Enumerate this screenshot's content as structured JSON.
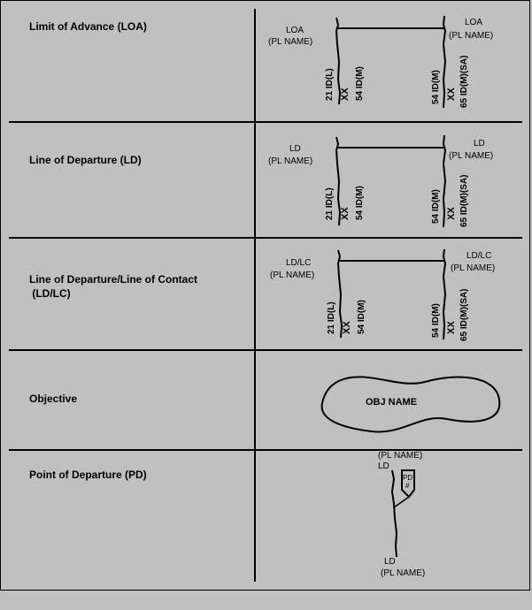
{
  "rows": [
    {
      "label": "Limit of Advance (LOA)"
    },
    {
      "label": "Line of Departure (LD)"
    },
    {
      "label": "Line of Departure/Line of Contact",
      "label2": " (LD/LC)"
    },
    {
      "label": "Objective"
    },
    {
      "label": "Point of Departure (PD)"
    }
  ],
  "symbols": {
    "loa": {
      "left_top": "LOA",
      "left_sub": "(PL NAME)",
      "right_top": "LOA",
      "right_sub": "(PL NAME)"
    },
    "ld": {
      "left_top": "LD",
      "left_sub": "(PL NAME)",
      "right_top": "LD",
      "right_sub": "(PL NAME)"
    },
    "ldlc": {
      "left_top": "LD/LC",
      "left_sub": "(PL NAME)",
      "right_top": "LD/LC",
      "right_sub": "(PL NAME)"
    },
    "units": {
      "l1": "21 ID(L)",
      "l2": "54 ID(M)",
      "r1": "54 ID(M)",
      "r2": "65 ID(M)(SA)",
      "xx": "XX"
    },
    "objective": {
      "name": "OBJ NAME"
    },
    "pd": {
      "top_pl": "(PL NAME)",
      "top_ld": "LD",
      "box_a": "PD",
      "box_b": "#",
      "bottom_ld": "LD",
      "bottom_pl": "(PL NAME)"
    }
  }
}
